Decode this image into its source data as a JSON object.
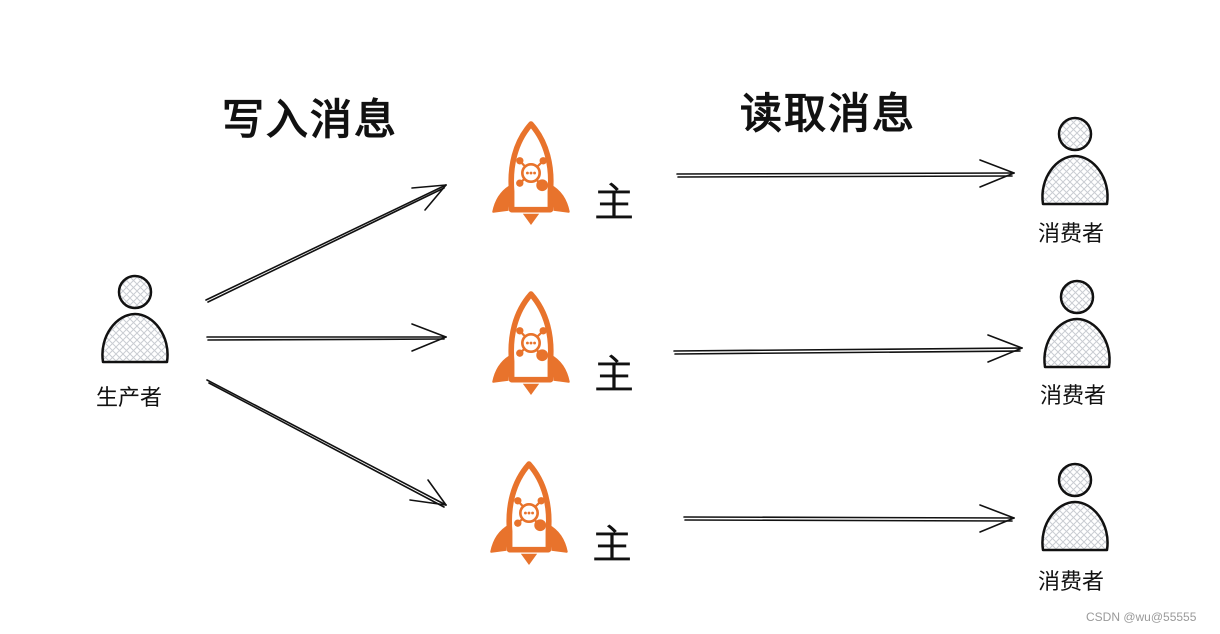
{
  "headings": {
    "write": "写入消息",
    "read": "读取消息"
  },
  "producer": {
    "label": "生产者"
  },
  "brokers": [
    {
      "label": "主"
    },
    {
      "label": "主"
    },
    {
      "label": "主"
    }
  ],
  "consumers": [
    {
      "label": "消费者"
    },
    {
      "label": "消费者"
    },
    {
      "label": "消费者"
    }
  ],
  "watermark": "CSDN @wu@55555",
  "colors": {
    "rocket": "#E8732C",
    "stroke": "#111111",
    "hatch": "#c9ccd2",
    "watermark": "#9a9a9a"
  },
  "icons": {
    "person": "person-icon",
    "broker": "rocket-broker-icon"
  }
}
